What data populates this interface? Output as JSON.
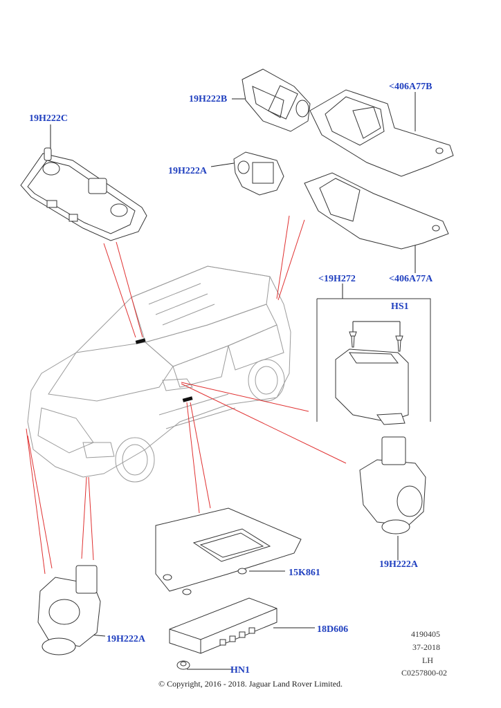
{
  "labels": {
    "p_19H222C": "19H222C",
    "p_19H222B": "19H222B",
    "p_19H222A_top": "19H222A",
    "p_406A77B": "<406A77B",
    "p_406A77A": "<406A77A",
    "p_19H272": "<19H272",
    "p_HS1": "HS1",
    "p_19H222A_right": "19H222A",
    "p_15K861": "15K861",
    "p_18D606": "18D606",
    "p_HN1": "HN1",
    "p_19H222A_left": "19H222A"
  },
  "meta": {
    "code": "4190405",
    "date": "37-2018",
    "side": "LH",
    "ref": "C0257800-02"
  },
  "copyright": "© Copyright, 2016 - 2018. Jaguar Land Rover Limited.",
  "colors": {
    "label": "#1f3fbf",
    "leader": "#e03030",
    "outline": "#333333",
    "car": "#9a9a9a"
  }
}
